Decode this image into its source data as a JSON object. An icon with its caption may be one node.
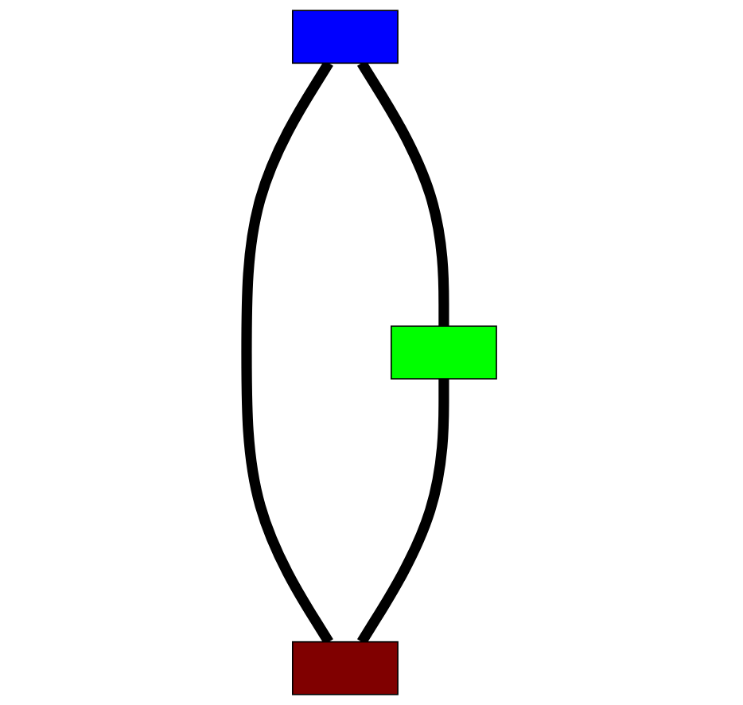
{
  "diagram": {
    "nodes": [
      {
        "text": [],
        "shape": "box"
      },
      {
        "text": [],
        "shape": "box"
      },
      {
        "text": [],
        "shape": "box"
      }
    ],
    "edges": [
      {
        "from": 0,
        "to": 1,
        "arrow": "none"
      },
      {
        "from": 0,
        "to": 2,
        "arrow": "none"
      },
      {
        "from": 1,
        "to": 2,
        "arrow": "none"
      }
    ]
  }
}
